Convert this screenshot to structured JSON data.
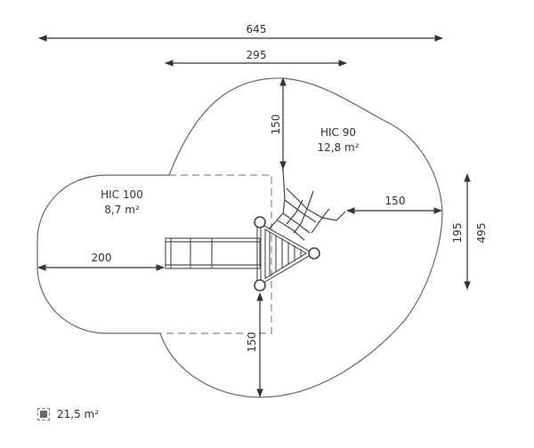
{
  "diagram": {
    "type": "playground equipment safety zone plan",
    "dimensions": {
      "overall_width": "645",
      "top_width": "295",
      "top_depth": "150",
      "right_depth": "150",
      "left_depth": "200",
      "bottom_depth": "150",
      "inner_height": "195",
      "overall_height": "495"
    },
    "zones": [
      {
        "label": "HIC 100",
        "area": "8,7 m²"
      },
      {
        "label": "HIC 90",
        "area": "12,8 m²"
      }
    ],
    "legend": {
      "icon": "safety-surface-icon",
      "total_area": "21,5 m²"
    },
    "colors": {
      "line": "#555555",
      "text": "#333333",
      "dashed": "#888888"
    }
  }
}
